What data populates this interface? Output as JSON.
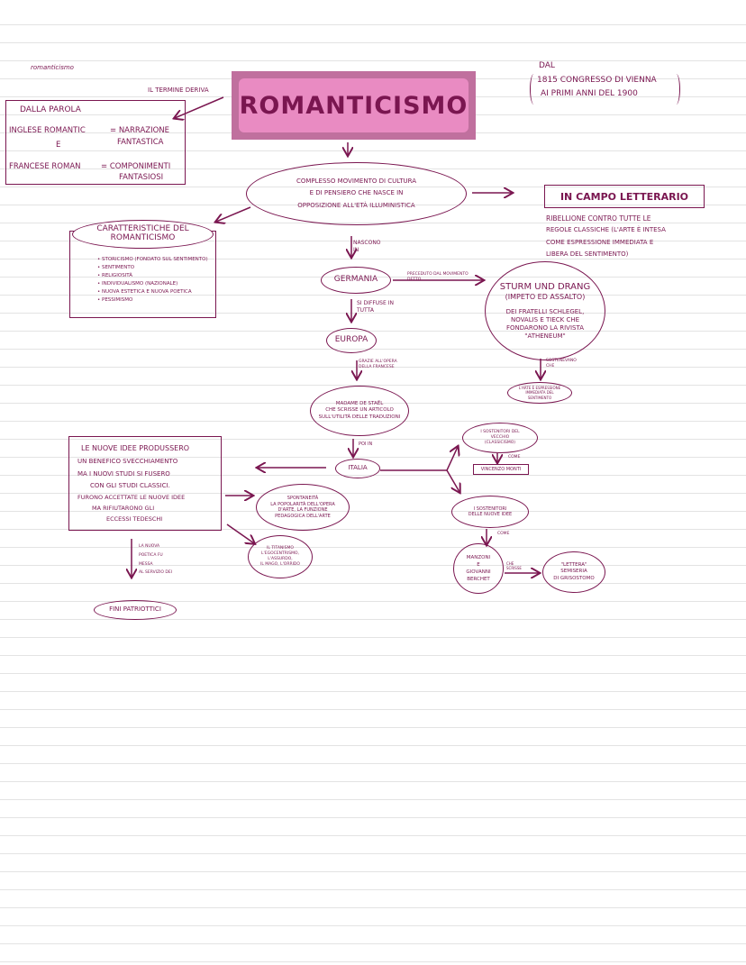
{
  "header": {
    "corner_note": "romanticismo",
    "term_note": "IL TERMINE DERIVA",
    "title": "ROMANTICISMO",
    "dates": [
      "DAL",
      "1815 CONGRESSO DI VIENNA",
      "AI PRIMI ANNI DEL 1900"
    ]
  },
  "origin_box": {
    "line1": "DALLA PAROLA",
    "line2_left": "INGLESE ROMANTIC",
    "line2_right": "= NARRAZIONE",
    "line3_left": "E",
    "line3_right": "FANTASTICA",
    "line4_left": "FRANCESE ROMAN",
    "line4_right": "= COMPONIMENTI",
    "line5_right": "FANTASIOSI"
  },
  "definition": {
    "lines": [
      "COMPLESSO MOVIMENTO DI CULTURA",
      "E DI PENSIERO CHE NASCE IN",
      "OPPOSIZIONE ALL'ETÀ ILLUMINISTICA"
    ]
  },
  "literary": {
    "title": "IN CAMPO LETTERARIO",
    "lines": [
      "RIBELLIONE CONTRO TUTTE LE",
      "REGOLE CLASSICHE (L'ARTE È INTESA",
      "COME ESPRESSIONE IMMEDIATA E",
      "LIBERA DEL SENTIMENTO)"
    ]
  },
  "characteristics": {
    "title_line1": "CARATTERISTICHE DEL",
    "title_line2": "ROMANTICISMO",
    "items": [
      "STORICISMO (FONDATO SUL SENTIMENTO)",
      "SENTIMENTO",
      "RELIGIOSITÀ",
      "INDIVIDUALISMO (NAZIONALE)",
      "NUOVA ESTETICA E NUOVA POETICA",
      "PESSIMISMO"
    ]
  },
  "flow": {
    "born_in": "NASCONO IN",
    "germany": "GERMANIA",
    "preceded_by": "PRECEDUTO DAL MOVIMENTO DETTO",
    "sturm": {
      "title": "STURM UND DRANG",
      "subtitle": "(IMPETO ED ASSALTO)",
      "lines": [
        "DEI FRATELLI SCHLEGEL,",
        "NOVALIS E TIECK CHE",
        "FONDARONO LA RIVISTA",
        "\"ATHENEUM\""
      ]
    },
    "supported": "SOSTENEVANO CHE",
    "art_expression": "L'ARTE È ESPRESSIONE IMMEDIATA DEL SENTIMENTO",
    "spread": "SI DIFFUSE IN TUTTA",
    "europe": "EUROPA",
    "thanks_to": "GRAZIE ALL'OPERA DELLA FRANCESE",
    "stael": [
      "MADAME DE STAËL",
      "CHE SCRISSE UN ARTICOLO",
      "SULL'UTILITÀ DELLE TRADUZIONI"
    ],
    "then": "POI IN",
    "italy": "ITALIA"
  },
  "italy_left": {
    "lines": [
      "LE NUOVE IDEE PRODUSSERO",
      "UN BENEFICO SVECCHIAMENTO",
      "MA I NUOVI STUDI SI FUSERO",
      "CON GLI STUDI CLASSICI.",
      "FURONO ACCETTATE LE NUOVE IDEE",
      "MA RIFIUTARONO GLI",
      "ECCESSI TEDESCHI"
    ],
    "spontaneity": [
      "SPONTANEITÀ",
      "LA POPOLARITÀ DELL'OPERA",
      "D'ARTE, LA FUNZIONE",
      "PEDAGOGICA DELL'ARTE"
    ],
    "rejected": [
      "IL TITANISMO",
      "L'EGOCENTRISMO,",
      "L'ASSURDO,",
      "IL MAGO, L'ORRIDO"
    ],
    "new_poetry": [
      "LA NUOVA",
      "POETICA FU",
      "MESSA",
      "AL SERVIZIO DEI"
    ],
    "patriotic": "FINI PATRIOTTICI"
  },
  "italy_right": {
    "classic_supporters": [
      "I SOSTENITORI DEL",
      "VECCHIO",
      "(CLASSICISMO)"
    ],
    "come": "COME",
    "monti": "VINCENZO MONTI",
    "new_supporters": [
      "I SOSTENITORI",
      "DELLE NUOVE IDEE"
    ],
    "come2": "COME",
    "authors": [
      "MANZONI",
      "E",
      "GIOVANNI",
      "BERCHET"
    ],
    "wrote": "CHE SCRISSE",
    "letter": [
      "\"LETTERA\"",
      "SEMISERIA",
      "DI GRISOSTOMO"
    ]
  },
  "colors": {
    "ink": "#7a1650",
    "highlight": "#e98bc2",
    "frame": "#c0709e",
    "rule": "#e3e3e3"
  }
}
